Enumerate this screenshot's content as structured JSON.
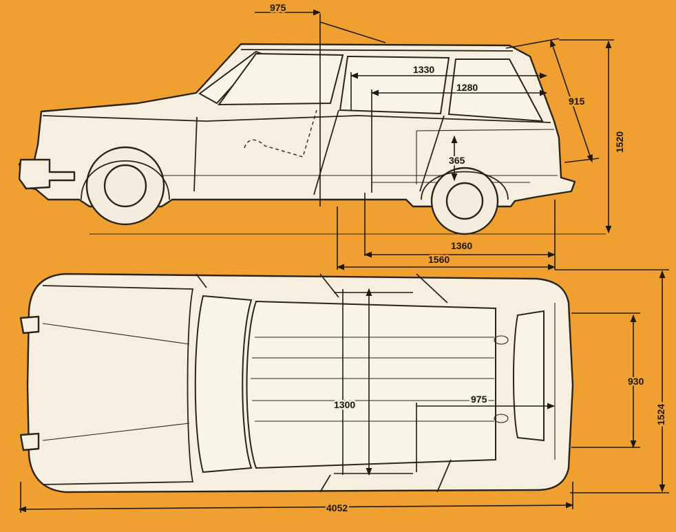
{
  "diagram": {
    "palette": {
      "background": "#f0a030",
      "body": "#f6eede",
      "ink": "#2a2418"
    },
    "views": [
      "side-view",
      "top-view"
    ],
    "dimensions": {
      "windshield_to_pillar": "975",
      "roof_interior_length": "1330",
      "cargo_floor_length_upper": "1280",
      "tailgate_opening": "915",
      "overall_height": "1520",
      "load_sill_height": "365",
      "floor_length_seats_folded": "1360",
      "max_load_length": "1560",
      "overall_width": "1524",
      "rear_opening_width": "930",
      "interior_width": "1300",
      "rear_floor_length": "975",
      "overall_length": "4052"
    }
  }
}
